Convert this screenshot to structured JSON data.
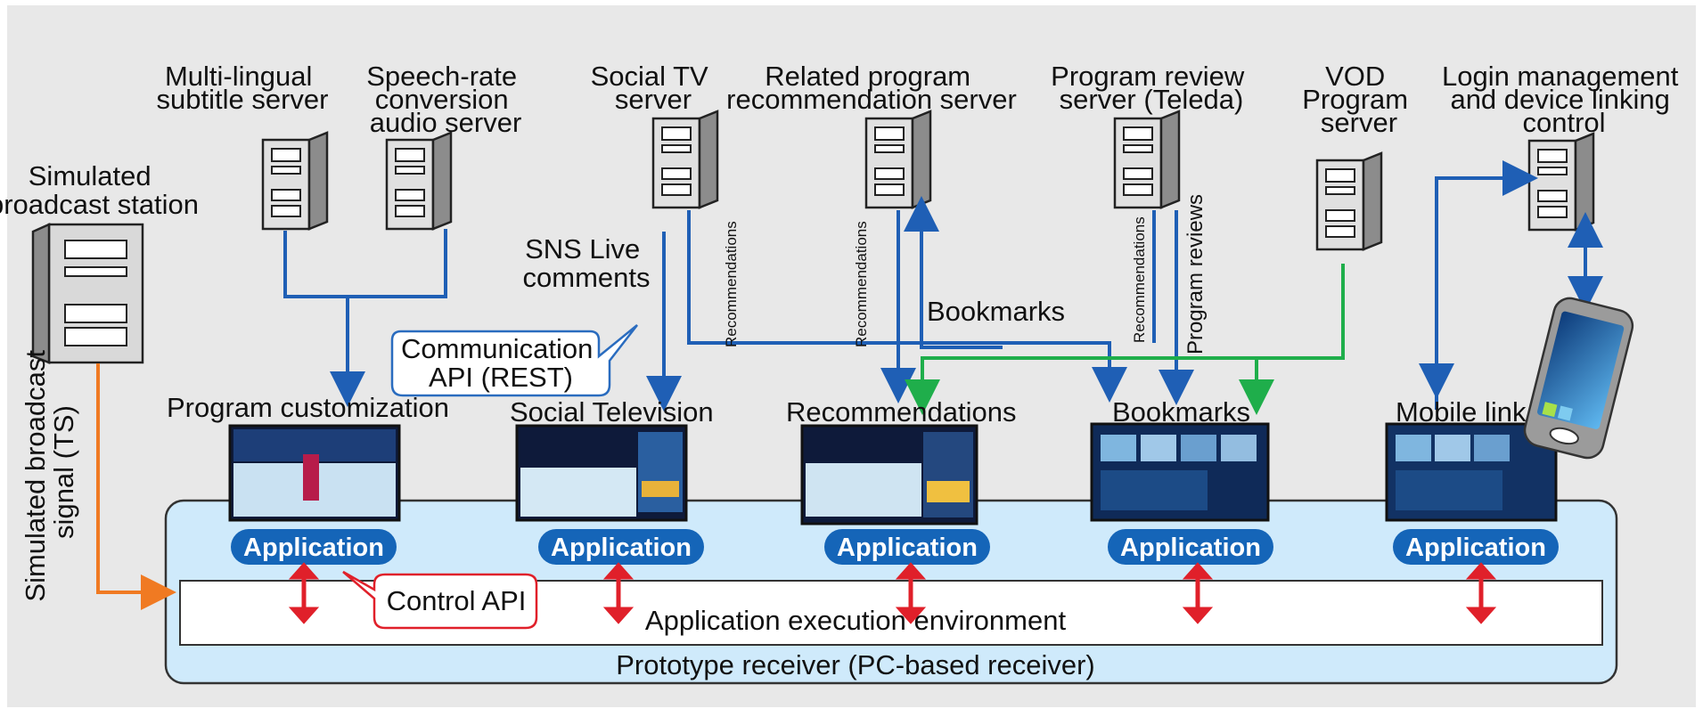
{
  "stations": {
    "station_label": [
      "Simulated",
      "broadcast station"
    ],
    "signal_label": [
      "Simulated broadcast",
      "signal (TS)"
    ]
  },
  "servers": {
    "multilingual": [
      "Multi-lingual",
      "subtitle server"
    ],
    "speech_rate": [
      "Speech-rate",
      "conversion",
      "audio server"
    ],
    "social_tv": [
      "Social TV",
      "server"
    ],
    "related_program": [
      "Related program",
      "recommendation server"
    ],
    "program_review": [
      "Program review",
      "server (Teleda)"
    ],
    "vod": [
      "VOD",
      "Program",
      "server"
    ],
    "login": [
      "Login management",
      "and device linking",
      "control"
    ]
  },
  "flows": {
    "sns_comments": [
      "SNS Live",
      "comments"
    ],
    "recommendations": "Recommendations",
    "bookmarks": "Bookmarks",
    "program_reviews": "Program reviews"
  },
  "callouts": {
    "communication_api": [
      "Communication",
      "API (REST)"
    ],
    "control_api": "Control API"
  },
  "applications": [
    {
      "title": "Program customization",
      "label": "Application"
    },
    {
      "title": "Social Television",
      "label": "Application"
    },
    {
      "title": "Recommendations",
      "label": "Application"
    },
    {
      "title": "Bookmarks",
      "label": "Application"
    },
    {
      "title": "Mobile link",
      "label": "Application"
    }
  ],
  "receiver": {
    "execution_env": "Application execution environment",
    "prototype": "Prototype receiver (PC-based receiver)"
  },
  "colors": {
    "background": "#e8e8e8",
    "blue_arrow": "#1f5fb5",
    "green_arrow": "#1fae4b",
    "orange_arrow": "#f07a22",
    "red_arrow": "#e0202a",
    "receiver_fill": "#cfeafb",
    "app_pill": "#1565b8"
  },
  "icons": [
    "server-icon",
    "smartphone-icon"
  ]
}
